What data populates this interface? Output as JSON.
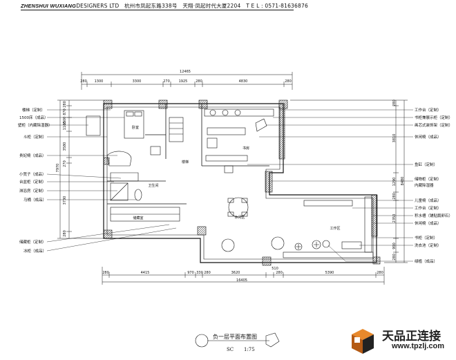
{
  "header": {
    "brand_a": "ZHENSHUI",
    "brand_b": "WUXIANG",
    "brand_c": "DESIGNERS LTD",
    "address": "杭州市凤起东路338号",
    "building": "天翔·凤起时代大厦2204",
    "tel": "T E L : 0571-81636876"
  },
  "dims_top": {
    "total": "12465",
    "segments": [
      "280",
      "1300",
      "3300",
      "270",
      "1925",
      "280",
      "4830",
      "280"
    ]
  },
  "dims_bottom": {
    "total": "16405",
    "segments": [
      "280",
      "4415",
      "970",
      "330",
      "280",
      "3620",
      "510",
      "280",
      "5390",
      "280"
    ]
  },
  "dims_left": [
    "280",
    "870",
    "1500",
    "1160",
    "3580",
    "270",
    "7970",
    "3730",
    "280"
  ],
  "dims_right": [
    "280",
    "3810",
    "8480",
    "1290",
    "280",
    "2350",
    "990",
    "280"
  ],
  "labels_left": [
    "楼梯（定制）",
    "1500床（成品）",
    "壁柜（内藏除湿器）",
    "斗柜（定制）",
    "贵妃椅（成品）",
    "小凳子（成品）",
    "台盆柜（定制）",
    "淋浴房（定制）",
    "马桶（成品）",
    "储藏柜（定制）",
    "冰柜（成品）"
  ],
  "labels_right": [
    "工作台（定制）",
    "书柜兼展示柜（定制）",
    "画芯式装饰架（定制）",
    "休闲椅（成品）",
    "鱼缸（定制）",
    "储物柜（定制）",
    "内藏除湿器",
    "儿童椅（成品）",
    "工作台（定制）",
    "积水槽（铺贴鹅卵石）",
    "休闲椅（成品）",
    "书柜（定制）",
    "洗衣池（定制）",
    "绿植（成品）"
  ],
  "rooms": {
    "bedroom": "卧室",
    "bath": "卫生间",
    "stair": "楼梯",
    "study": "书房",
    "storage": "储藏室",
    "lounge": "休闲区",
    "work": "工作区"
  },
  "title": "负一层平面布置图",
  "scale_prefix": "SC",
  "scale": "1:75",
  "logo": {
    "cn": "天品正连接",
    "url": "www.tpzlj.com"
  }
}
